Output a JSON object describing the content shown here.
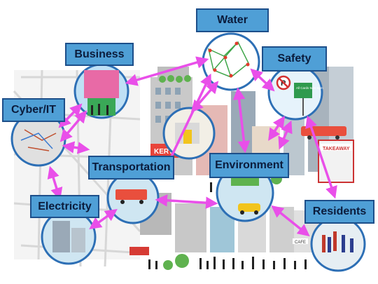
{
  "nodes": {
    "water": "Water",
    "business": "Business",
    "safety": "Safety",
    "cyber": "Cyber/IT",
    "transportation": "Transportation",
    "environment": "Environment",
    "electricity": "Electricity",
    "residents": "Residents"
  },
  "scene_text": {
    "takeaway": "TAKEAWAY",
    "bakery": "KERY",
    "cafe": "CAFE",
    "sign_hours": "All Cards 9am-6pm"
  },
  "colors": {
    "label_fill": "#4f9fd6",
    "label_border": "#1d4f8a",
    "arrow": "#e94fe9",
    "circle_border": "#2d6fb5",
    "map_lines": "#d7d7d7"
  },
  "icons": [
    "double-headed-arrow-icon",
    "no-parking-sign-icon"
  ]
}
